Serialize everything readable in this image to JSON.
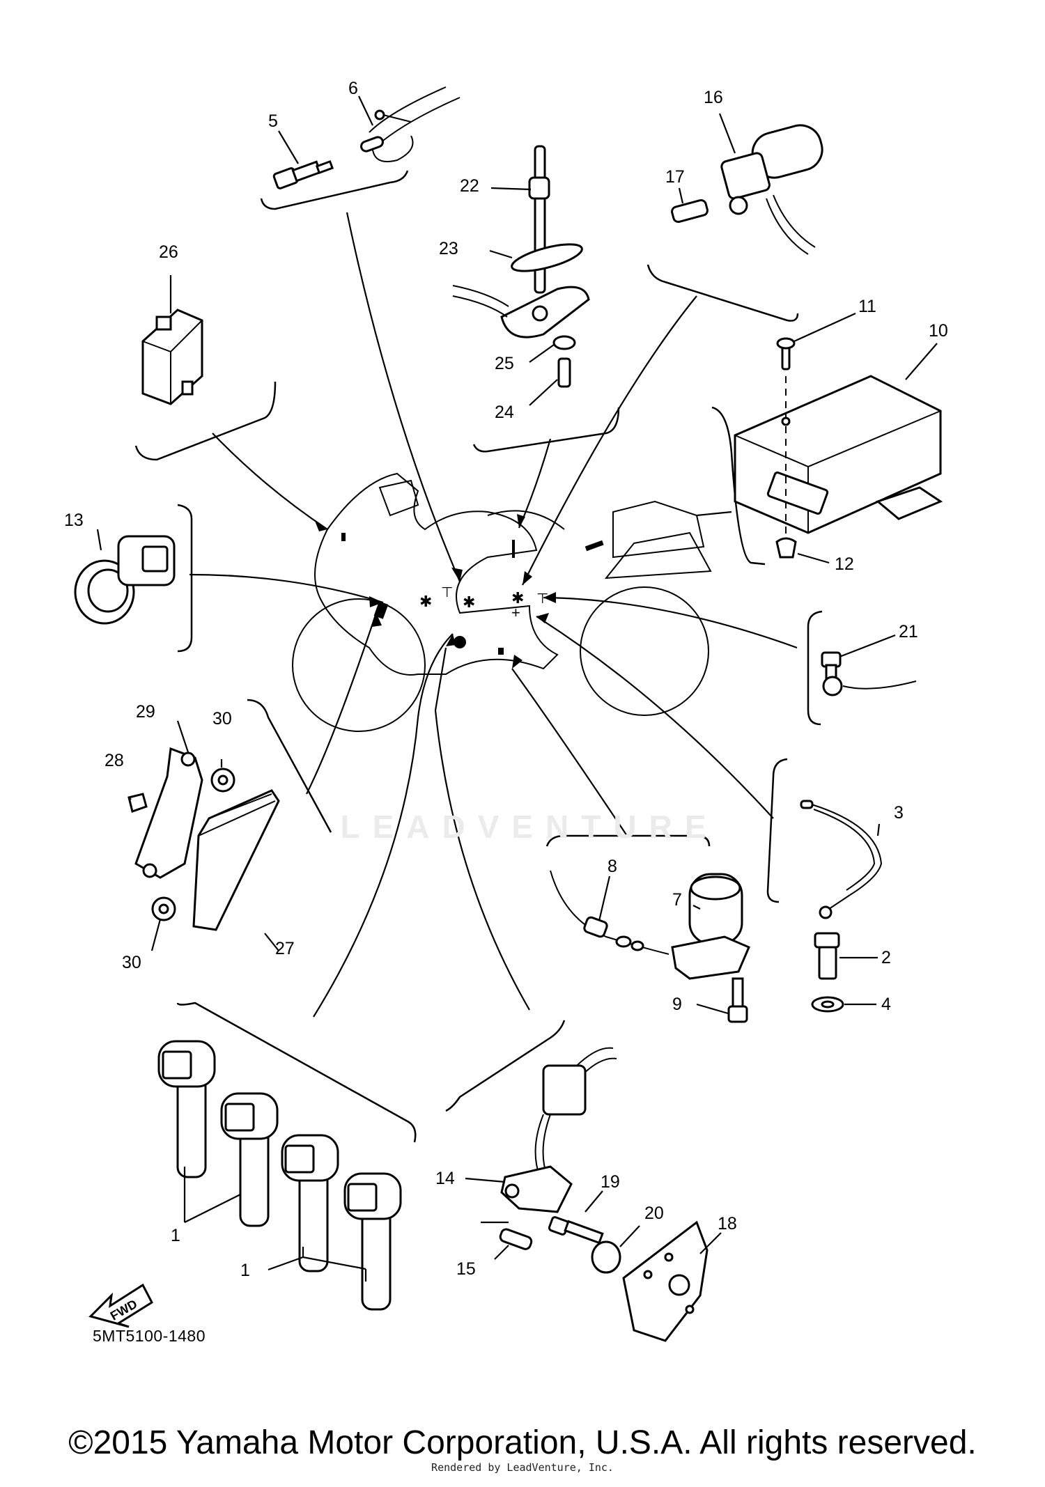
{
  "diagram": {
    "reference_code": "5MT5100-1480",
    "fwd_label": "FWD",
    "watermark": "LEADVENTURE",
    "copyright": "©2015 Yamaha Motor Corporation, U.S.A. All rights reserved.",
    "rendered_by": "Rendered by LeadVenture, Inc.",
    "callouts": [
      "1",
      "1",
      "2",
      "3",
      "4",
      "5",
      "6",
      "7",
      "8",
      "9",
      "10",
      "11",
      "12",
      "13",
      "14",
      "15",
      "16",
      "17",
      "18",
      "19",
      "20",
      "21",
      "22",
      "23",
      "24",
      "25",
      "26",
      "27",
      "28",
      "29",
      "30",
      "30"
    ]
  }
}
